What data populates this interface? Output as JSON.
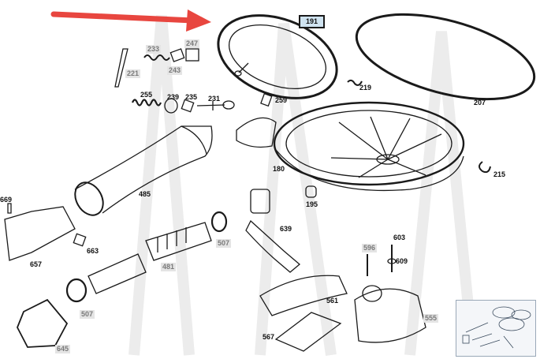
{
  "callouts": [
    {
      "id": "191",
      "style": "highlight"
    },
    {
      "id": "207",
      "style": "dark"
    },
    {
      "id": "219",
      "style": "dark"
    },
    {
      "id": "259",
      "style": "dark"
    },
    {
      "id": "247",
      "style": "grey"
    },
    {
      "id": "233",
      "style": "grey"
    },
    {
      "id": "243",
      "style": "grey"
    },
    {
      "id": "221",
      "style": "grey"
    },
    {
      "id": "255",
      "style": "dark"
    },
    {
      "id": "239",
      "style": "dark"
    },
    {
      "id": "235",
      "style": "dark"
    },
    {
      "id": "231",
      "style": "dark"
    },
    {
      "id": "180",
      "style": "dark"
    },
    {
      "id": "215",
      "style": "dark"
    },
    {
      "id": "195",
      "style": "dark"
    },
    {
      "id": "485",
      "style": "dark"
    },
    {
      "id": "669",
      "style": "dark"
    },
    {
      "id": "663",
      "style": "dark"
    },
    {
      "id": "657",
      "style": "dark"
    },
    {
      "id": "507a",
      "text": "507",
      "style": "grey"
    },
    {
      "id": "481",
      "style": "grey"
    },
    {
      "id": "639",
      "style": "dark"
    },
    {
      "id": "596",
      "style": "grey"
    },
    {
      "id": "603",
      "style": "dark"
    },
    {
      "id": "609",
      "style": "dark"
    },
    {
      "id": "507b",
      "text": "507",
      "style": "grey"
    },
    {
      "id": "561",
      "style": "dark"
    },
    {
      "id": "555",
      "style": "grey"
    },
    {
      "id": "567",
      "style": "dark"
    },
    {
      "id": "645",
      "style": "grey"
    }
  ],
  "colors": {
    "arrow": "#e8463f",
    "highlight_fill": "#cfe3f0",
    "line": "#1a1a1a",
    "watermark": "#e9e9e9"
  },
  "thumbnail": {
    "icon": "diagram-thumbnail"
  }
}
